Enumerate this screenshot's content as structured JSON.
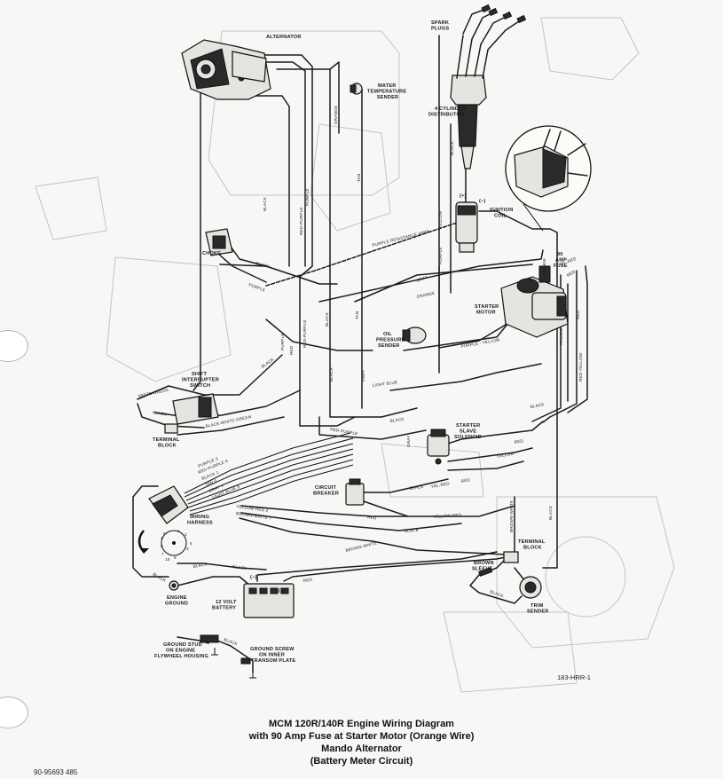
{
  "labels": {
    "alternator": "ALTERNATOR",
    "spark_plugs": [
      "SPARK",
      "PLUGS"
    ],
    "water_temp_sender": [
      "WATER",
      "TEMPERATURE",
      "SENDER"
    ],
    "distributor": [
      "4 CYLINDER",
      "DISTRIBUTOR"
    ],
    "ignition_coil": [
      "IGNITION",
      "COIL"
    ],
    "choke": "CHOKE",
    "fuse": [
      "90",
      "AMP",
      "FUSE"
    ],
    "starter_motor": [
      "STARTER",
      "MOTOR"
    ],
    "oil_pressure_sender": [
      "OIL",
      "PRESSURE",
      "SENDER"
    ],
    "shift_interrupter_switch": [
      "SHIFT",
      "INTERRUPTER",
      "SWITCH"
    ],
    "terminal_block_left": [
      "TERMINAL",
      "BLOCK"
    ],
    "starter_slave_solenoid": [
      "STARTER",
      "SLAVE",
      "SOLENOID"
    ],
    "circuit_breaker": [
      "CIRCUIT",
      "BREAKER"
    ],
    "wiring_harness": [
      "WIRING",
      "HARNESS"
    ],
    "terminal_block_right": [
      "TERMINAL",
      "BLOCK"
    ],
    "brown_sleeve": [
      "BROWN",
      "SLEEVE"
    ],
    "engine_ground": [
      "ENGINE",
      "GROUND"
    ],
    "battery": [
      "12 VOLT",
      "BATTERY"
    ],
    "trim_sender": [
      "TRIM",
      "SENDER"
    ],
    "ground_stud": [
      "GROUND STUD",
      "ON ENGINE",
      "FLYWHEEL HOUSING"
    ],
    "ground_screw": [
      "GROUND SCREW",
      "ON INNER",
      "TRANSOM PLATE"
    ],
    "coil_plus": "(+)",
    "coil_minus": "(−)",
    "batt_minus": "(−)",
    "batt_plus": "(+)",
    "harness_pins": [
      "1",
      "2",
      "3",
      "4",
      "5",
      "6",
      "7",
      "8",
      "9",
      "10"
    ]
  },
  "wire_labels": {
    "purple_resistance": "PURPLE RESISTANCE WIRE",
    "black": "BLACK",
    "purple": "PURPLE",
    "red": "RED",
    "red_purple": "RED-PURPLE",
    "orange": "ORANGE",
    "gray": "GRAY",
    "tan": "TAN",
    "yellow": "YELLOW",
    "yel_red": "YEL-RED",
    "white_green": "WHITE-GREEN",
    "black_white_green": "BLACK-WHITE-GREEN",
    "light_blue": "LIGHT BLUE",
    "purple_yellow": "PURPLE - YELLOW",
    "yellow_red": "YELLOW-RED",
    "brown_white": "BROWN-WHITE",
    "red_yellow": "RED-YELLOW",
    "purple_3": "PURPLE 3",
    "red_purple_6": "RED-PURPLE 6",
    "black_1": "BLACK 1",
    "tan_9": "TAN 9",
    "gray_4": "GRAY 4",
    "light_blue_8": "LIGHT BLUE 8",
    "yellow_red_2": "YELLOW-RED 2",
    "brown_white_7": "BROWN-WHITE 7"
  },
  "figure_id": "183-HRR-1",
  "title_lines": [
    "MCM 120R/140R Engine Wiring Diagram",
    "with 90 Amp Fuse at Starter Motor (Orange Wire)",
    "Mando Alternator",
    "(Battery Meter Circuit)"
  ],
  "doc_number": "90-95693 485"
}
